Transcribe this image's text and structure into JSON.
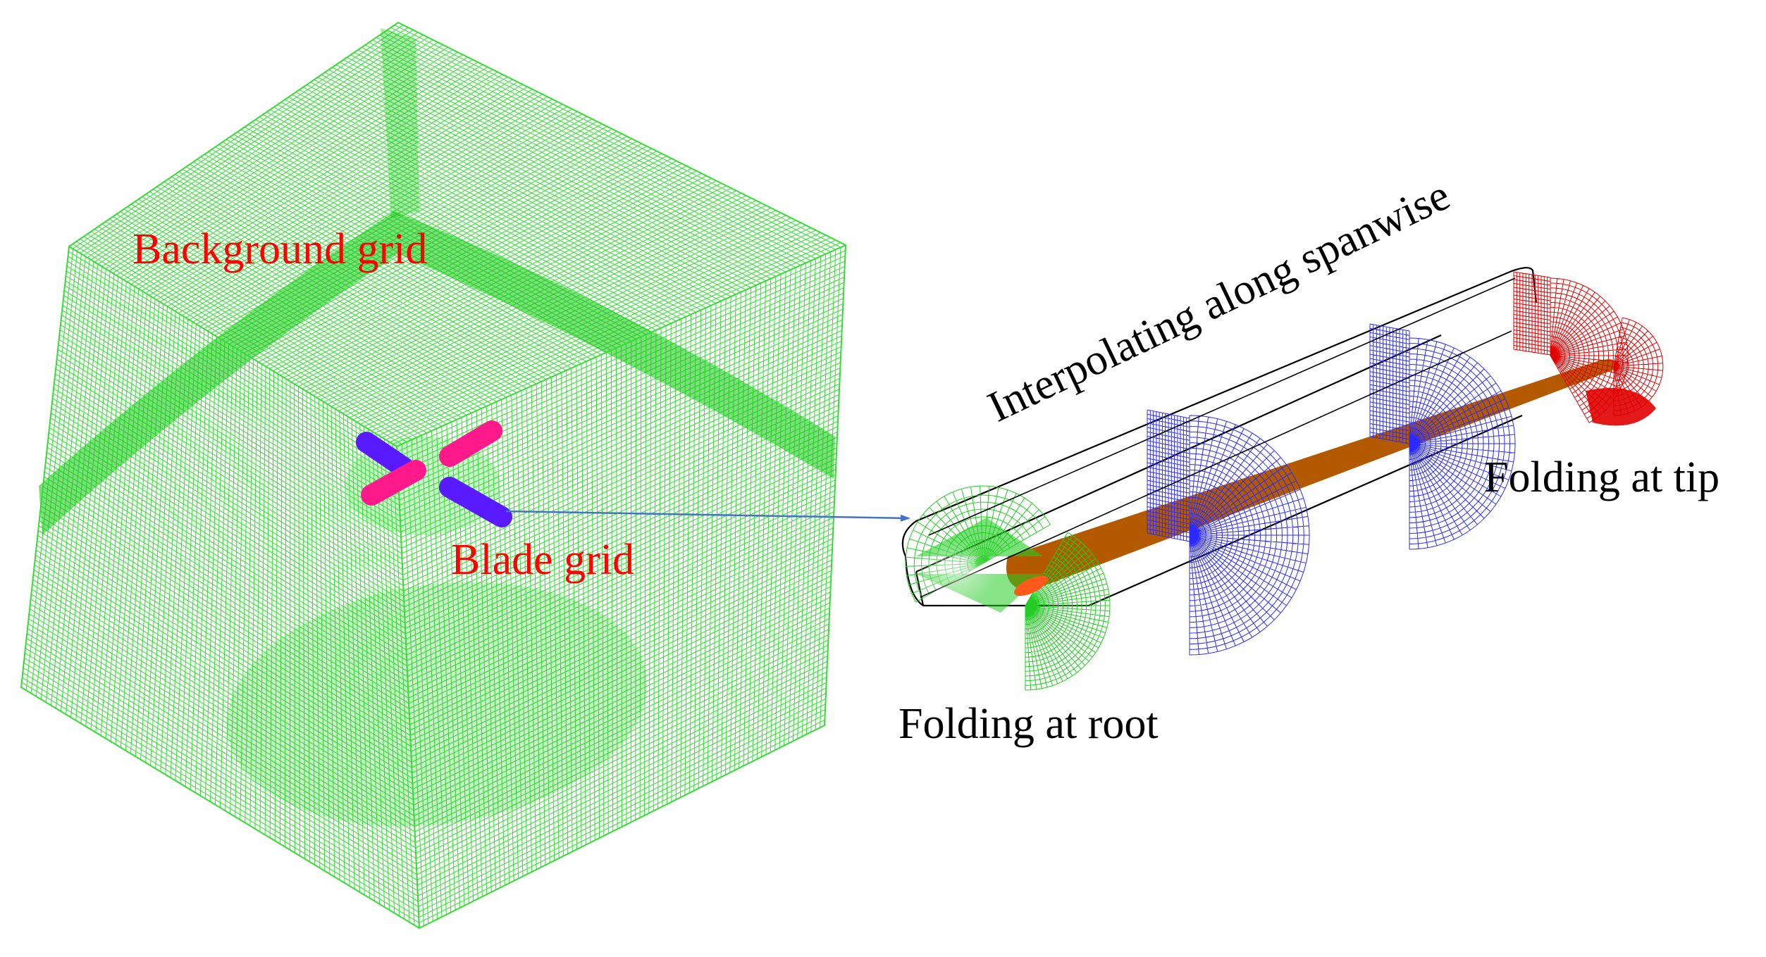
{
  "labels": {
    "background_grid": "Background grid",
    "blade_grid": "Blade grid",
    "interpolating": "Interpolating along spanwise",
    "folding_tip": "Folding at tip",
    "folding_root": "Folding at root"
  },
  "colors": {
    "background_mesh": "#33dd33",
    "background_mesh_dense": "#11c411",
    "blade_pink": "#ff1a8c",
    "blade_purple": "#5a1aff",
    "red_label": "#ff0000",
    "section_green": "#22cc22",
    "section_blue": "#2a2aff",
    "section_red": "#e00000",
    "blade_body": "#b35a00",
    "connector": "#4472c4"
  }
}
